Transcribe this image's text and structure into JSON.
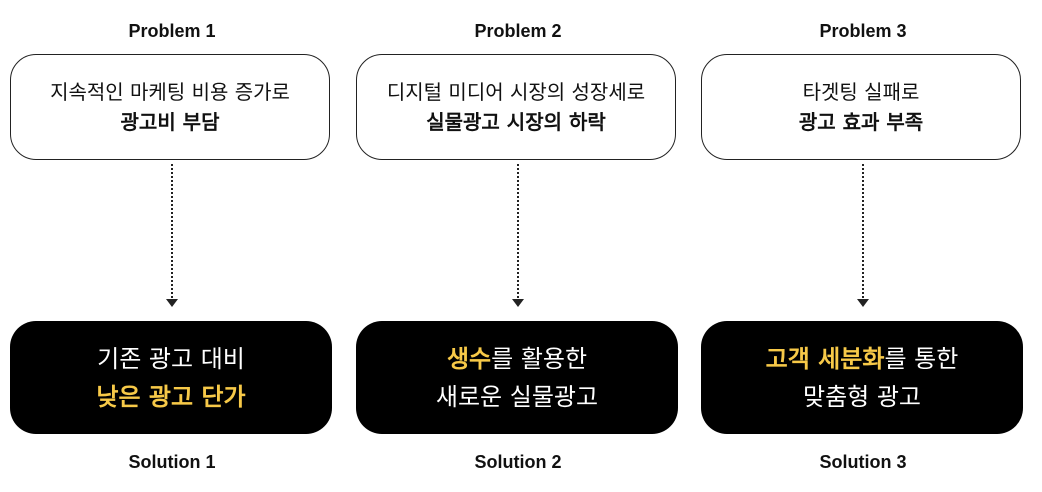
{
  "colors": {
    "highlight": "#f7c948",
    "solution_bg": "#000000",
    "problem_border": "#222222"
  },
  "columns": [
    {
      "problem_label": "Problem 1",
      "problem_line1": "지속적인 마케팅 비용 증가로",
      "problem_line2": "광고비 부담",
      "solution_line1_highlight": "",
      "solution_line1_text": "기존 광고 대비",
      "solution_line2_highlight": "낮은 광고 단가",
      "solution_line2_text": "",
      "solution_label": "Solution 1"
    },
    {
      "problem_label": "Problem 2",
      "problem_line1": "디지털 미디어 시장의 성장세로",
      "problem_line2": "실물광고 시장의 하락",
      "solution_line1_highlight": "생수",
      "solution_line1_text": "를 활용한",
      "solution_line2_highlight": "",
      "solution_line2_text": "새로운 실물광고",
      "solution_label": "Solution 2"
    },
    {
      "problem_label": "Problem 3",
      "problem_line1": "타겟팅 실패로",
      "problem_line2": "광고 효과 부족",
      "solution_line1_highlight": "고객 세분화",
      "solution_line1_text": "를 통한",
      "solution_line2_highlight": "",
      "solution_line2_text": "맞춤형 광고",
      "solution_label": "Solution 3"
    }
  ]
}
